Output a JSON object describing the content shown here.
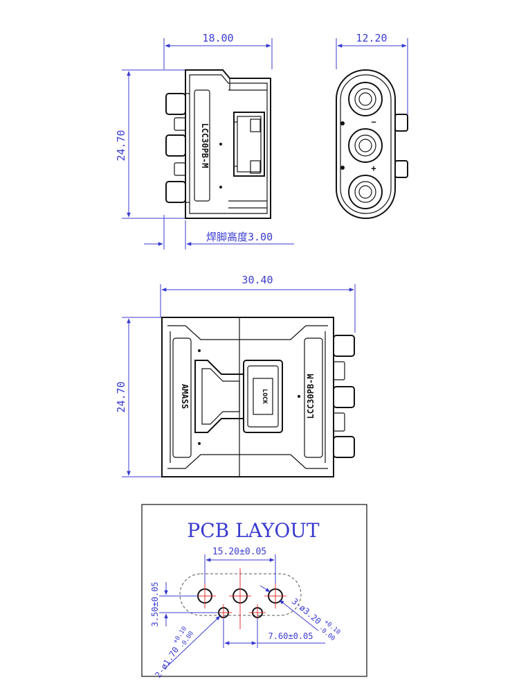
{
  "side_view": {
    "width_dim": "18.00",
    "height_dim": "24.70",
    "solder_leg_label": "焊脚高度3.00",
    "part_marking": "LCC30PB-M"
  },
  "end_view": {
    "width_dim": "12.20",
    "symbol_minus": "−",
    "symbol_plus": "+"
  },
  "top_view": {
    "width_dim": "30.40",
    "height_dim": "24.70",
    "part_marking": "LCC30PB-M",
    "brand_marking": "AMASS",
    "window_marking": "LOCK"
  },
  "pcb_layout": {
    "title": "PCB LAYOUT",
    "pitch_large": "15.20±0.05",
    "offset_vertical": "3.50±0.05",
    "pitch_small": "7.60±0.05",
    "small_hole_callout": "2-ø1.70",
    "small_hole_tol_plus": "+0.10",
    "small_hole_tol_minus": "-0.00",
    "large_hole_callout": "3-ø3.20",
    "large_hole_tol_plus": "+0.10",
    "large_hole_tol_minus": "-0.00"
  }
}
